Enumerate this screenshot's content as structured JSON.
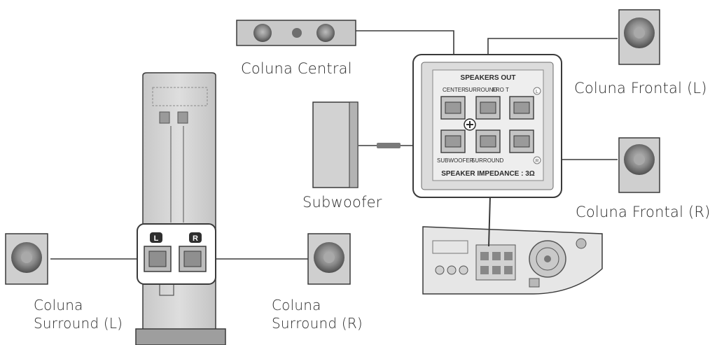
{
  "labels": {
    "center": "Coluna Central",
    "front_left": "Coluna Frontal (L)",
    "front_right": "Coluna Frontal (R)",
    "subwoofer": "Subwoofer",
    "surround_left_line1": "Coluna",
    "surround_left_line2": "Surround (L)",
    "surround_right_line1": "Coluna",
    "surround_right_line2": "Surround (R)"
  },
  "panel": {
    "title": "SPEAKERS OUT",
    "row1_label_a": "CENTER",
    "row1_label_b": "SURROUND",
    "row1_label_c": "FRO T",
    "row2_label_a": "SUBWOOFER",
    "row2_label_b": "SURROUND",
    "left_marker": "L",
    "right_marker": "R",
    "impedance": "SPEAKER IMPEDANCE : 3Ω"
  },
  "tower": {
    "left_marker": "L",
    "right_marker": "R"
  },
  "colors": {
    "line": "#3a3a3a",
    "speaker_face": "#cfcfcf",
    "panel_bg": "#dcdcdc",
    "tower_body": "#d4d4d4"
  }
}
